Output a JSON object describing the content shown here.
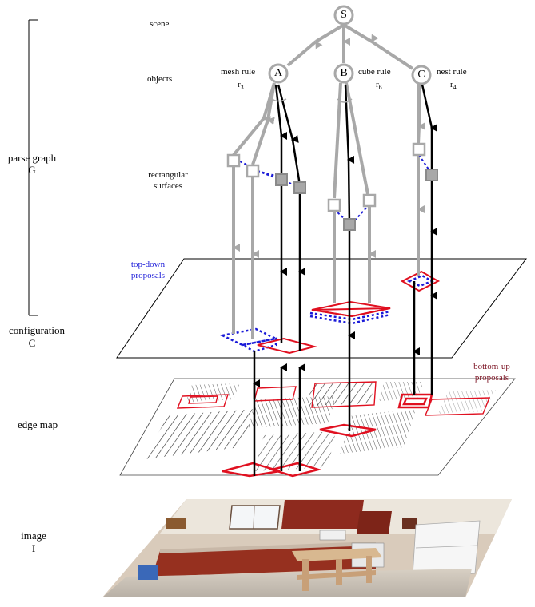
{
  "labels": {
    "scene": "scene",
    "objects": "objects",
    "rect_surfaces_1": "rectangular",
    "rect_surfaces_2": "surfaces",
    "parse_graph_1": "parse graph",
    "parse_graph_2": "G",
    "configuration_1": "configuration",
    "configuration_2": "C",
    "edge_map": "edge map",
    "image_1": "image",
    "image_2": "I",
    "top_down_1": "top-down",
    "top_down_2": "proposals",
    "bottom_up_1": "bottom-up",
    "bottom_up_2": "proposals"
  },
  "nodes": {
    "root": "S",
    "a": "A",
    "b": "B",
    "c": "C"
  },
  "rules": {
    "mesh_name": "mesh rule",
    "mesh_id": "r",
    "mesh_sub": "3",
    "cube_name": "cube rule",
    "cube_id": "r",
    "cube_sub": "6",
    "nest_name": "nest rule",
    "nest_id": "r",
    "nest_sub": "4"
  },
  "colors": {
    "topdown": "#1a1ad8",
    "bottomup": "#e01020",
    "grey_edge": "#a8a8a8",
    "maroon": "#7a1020"
  }
}
